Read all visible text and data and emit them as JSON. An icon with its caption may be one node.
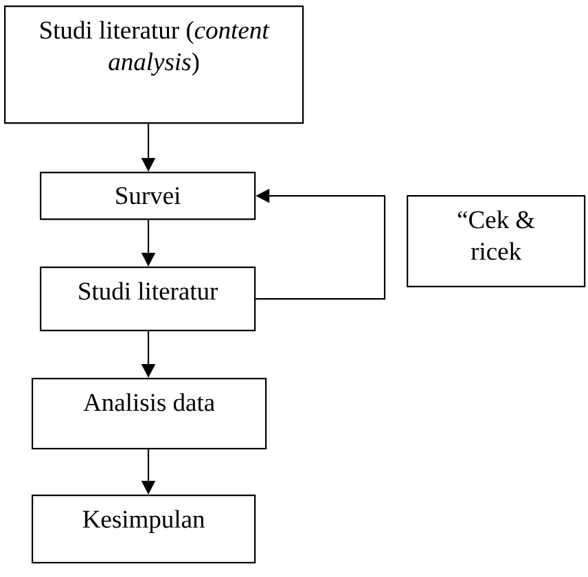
{
  "diagram": {
    "nodes": [
      {
        "text": [
          "Studi literatur (*content analysis*)"
        ]
      },
      {
        "text": [
          "Survei"
        ]
      },
      {
        "text": [
          "Studi literatur"
        ]
      },
      {
        "text": [
          "“Cek & ricek"
        ]
      },
      {
        "text": [
          "Analisis data"
        ]
      },
      {
        "text": [
          "Kesimpulan"
        ]
      }
    ],
    "edges": [
      {
        "from": 0,
        "to": 1,
        "arrow": "to"
      },
      {
        "from": 1,
        "to": 2,
        "arrow": "to"
      },
      {
        "from": 2,
        "to": 1,
        "arrow": "to"
      },
      {
        "from": 2,
        "to": 4,
        "arrow": "to"
      },
      {
        "from": 4,
        "to": 5,
        "arrow": "to"
      }
    ]
  }
}
